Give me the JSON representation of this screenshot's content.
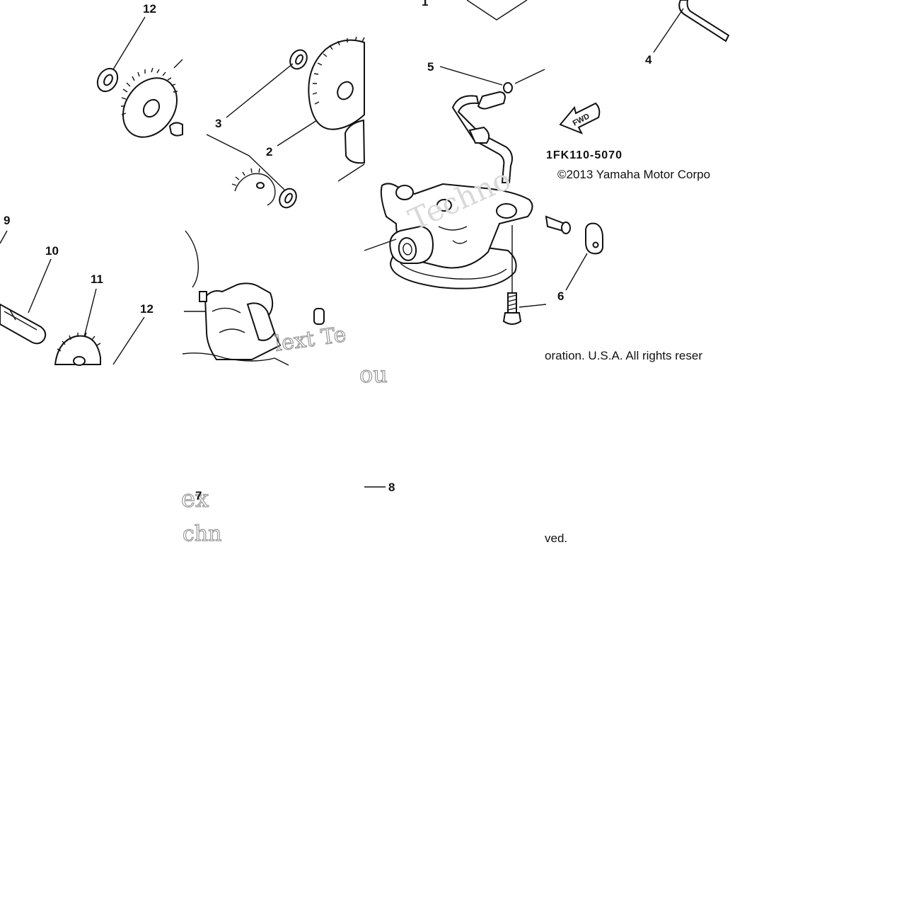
{
  "diagram": {
    "part_code": "1FK110-5070",
    "copyright_line_1": "©2013 Yamaha Motor Corpo",
    "copyright_line_2": "oration. U.S.A. All rights reser",
    "copyright_line_3": "ved.",
    "watermark": {
      "frag_1": "Techno",
      "frag_2": "lext Te",
      "frag_3": "ou",
      "frag_4": "ex",
      "frag_5": "chn"
    },
    "fwd_arrow_label": "FWD",
    "callouts": {
      "c1": "1",
      "c2": "2",
      "c3": "3",
      "c4": "4",
      "c5": "5",
      "c6": "6",
      "c7": "7",
      "c8": "8",
      "c9": "9",
      "c10": "10",
      "c11": "11",
      "c12a": "12",
      "c12b": "12"
    }
  }
}
